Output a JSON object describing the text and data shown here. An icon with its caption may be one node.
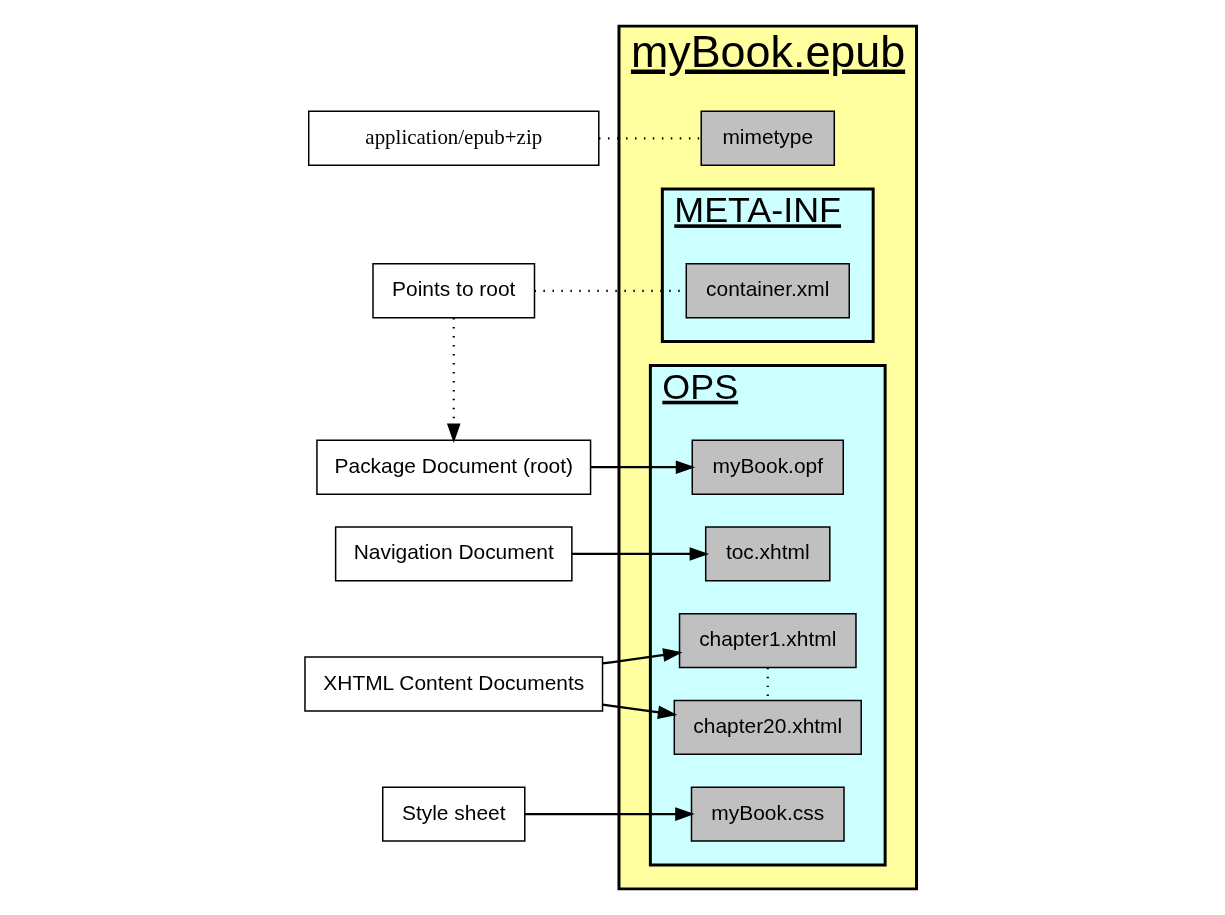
{
  "diagram": {
    "nodes": [
      {
        "text": [
          "myBook.epub"
        ]
      },
      {
        "text": [
          "application/epub+zip"
        ]
      },
      {
        "text": [
          "mimetype"
        ],
        "in": 0
      },
      {
        "text": [
          "META-INF"
        ],
        "in": 0
      },
      {
        "text": [
          "container.xml"
        ],
        "in": 3
      },
      {
        "text": [
          "Points to root"
        ]
      },
      {
        "text": [
          "Package Document (root)"
        ]
      },
      {
        "text": [
          "OPS"
        ],
        "in": 0
      },
      {
        "text": [
          "myBook.opf"
        ],
        "in": 7
      },
      {
        "text": [
          "chapter1.xhtml"
        ],
        "in": 7
      },
      {
        "text": [
          "toc.xhtml"
        ],
        "in": 7
      },
      {
        "text": [
          "chapter20.xhtml"
        ],
        "in": 7
      },
      {
        "text": [
          "myBook.css"
        ],
        "in": 7
      },
      {
        "text": [
          "Navigation Document"
        ]
      },
      {
        "text": [
          "XHTML Content Documents"
        ]
      },
      {
        "text": [
          "Style sheet"
        ]
      }
    ],
    "edges": [
      {
        "from": 1,
        "to": 2,
        "arrow": "none",
        "style": "dashed"
      },
      {
        "from": 5,
        "to": 4,
        "arrow": "none",
        "style": "dashed"
      },
      {
        "from": 5,
        "to": 6,
        "arrow": "to",
        "style": "dashed"
      },
      {
        "from": 6,
        "to": 8,
        "arrow": "to"
      },
      {
        "from": 13,
        "to": 10,
        "arrow": "to"
      },
      {
        "from": 15,
        "to": 12,
        "arrow": "to"
      },
      {
        "from": 9,
        "to": 11,
        "arrow": "none",
        "style": "dashed"
      },
      {
        "from": 14,
        "to": 9,
        "arrow": "to"
      },
      {
        "from": 14,
        "to": 11,
        "arrow": "to"
      }
    ]
  }
}
